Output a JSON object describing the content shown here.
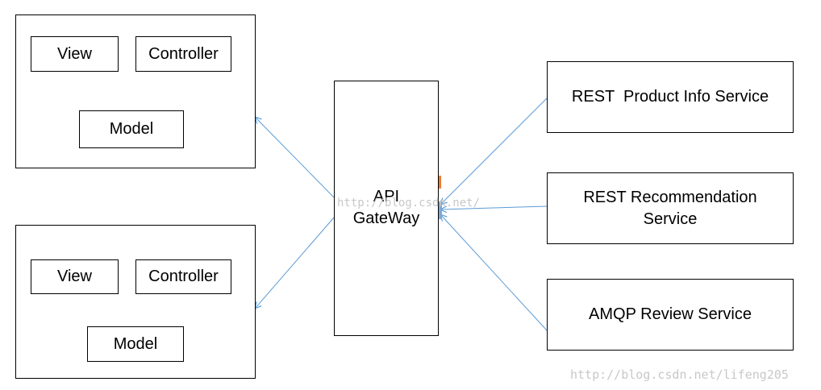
{
  "mvc_top": {
    "view": "View",
    "controller": "Controller",
    "model": "Model"
  },
  "mvc_bottom": {
    "view": "View",
    "controller": "Controller",
    "model": "Model"
  },
  "gateway": {
    "line1": "API",
    "line2": "GateWay"
  },
  "services": {
    "product": "REST  Product Info Service",
    "recommendation_line1": "REST Recommendation",
    "recommendation_line2": "Service",
    "review": "AMQP Review Service"
  },
  "watermark": {
    "center": "http://blog.csdn.net/",
    "corner": "http://blog.csdn.net/lifeng205"
  },
  "colors": {
    "arrow": "#5b9bd5",
    "border": "#000000",
    "marker": "#ed7d31",
    "watermark": "#c8c8c8"
  }
}
